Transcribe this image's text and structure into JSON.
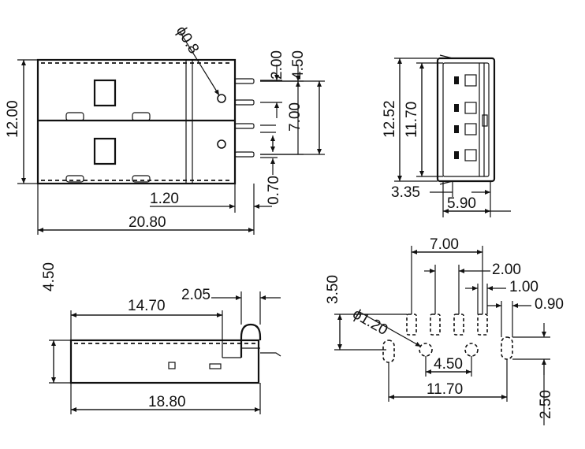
{
  "top_view": {
    "dia_label": "ϕ0.8",
    "pitch_2": "2.00",
    "pitch_45": "4.50",
    "pitch_7": "7.00",
    "pin_w": "0.70",
    "pin_len": "1.20",
    "length": "20.80",
    "width": "12.00"
  },
  "end_view": {
    "outer_h": "12.52",
    "inner_h": "11.70",
    "offset": "3.35",
    "depth": "5.90"
  },
  "side_view": {
    "height": "4.50",
    "body_len": "14.70",
    "tab_w": "2.05",
    "total_len": "18.80"
  },
  "pcb_layout": {
    "span_7": "7.00",
    "pitch_2": "2.00",
    "pad_w": "1.00",
    "pad_x": "0.90",
    "row_gap": "3.50",
    "hole_dia": "ϕ1.20",
    "hole_pitch": "4.50",
    "total_w": "11.70",
    "slot_len": "2.50"
  }
}
